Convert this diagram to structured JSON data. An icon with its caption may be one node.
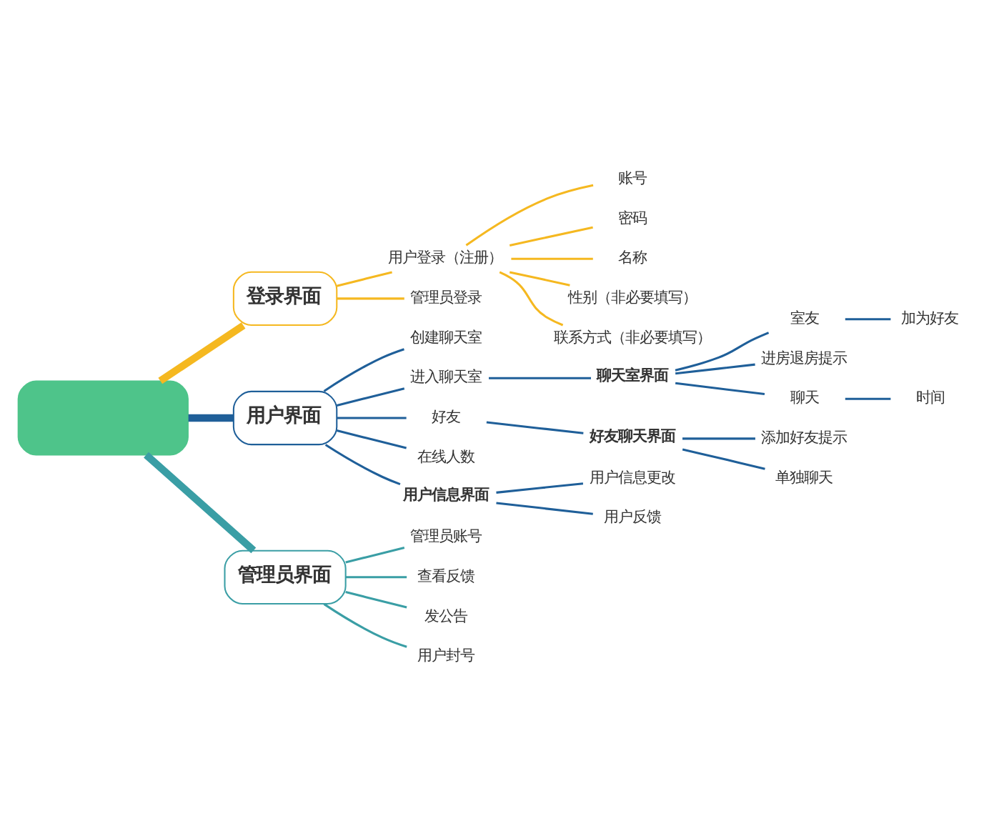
{
  "diagram": {
    "nodes": [
      {
        "text": [],
        "shape": "box"
      },
      {
        "text": [
          "登录界面"
        ]
      },
      {
        "text": [
          "用户登录（注册）"
        ]
      },
      {
        "text": [
          "账号"
        ]
      },
      {
        "text": [
          "密码"
        ]
      },
      {
        "text": [
          "名称"
        ]
      },
      {
        "text": [
          "性别（非必要填写）"
        ]
      },
      {
        "text": [
          "联系方式（非必要填写）"
        ]
      },
      {
        "text": [
          "管理员登录"
        ]
      },
      {
        "text": [
          "用户界面"
        ]
      },
      {
        "text": [
          "创建聊天室"
        ]
      },
      {
        "text": [
          "进入聊天室"
        ]
      },
      {
        "text": [
          "聊天室界面"
        ]
      },
      {
        "text": [
          "室友"
        ]
      },
      {
        "text": [
          "加为好友"
        ]
      },
      {
        "text": [
          "进房退房提示"
        ]
      },
      {
        "text": [
          "聊天"
        ]
      },
      {
        "text": [
          "时间"
        ]
      },
      {
        "text": [
          "好友"
        ]
      },
      {
        "text": [
          "好友聊天界面"
        ]
      },
      {
        "text": [
          "添加好友提示"
        ]
      },
      {
        "text": [
          "单独聊天"
        ]
      },
      {
        "text": [
          "在线人数"
        ]
      },
      {
        "text": [
          "用户信息界面"
        ]
      },
      {
        "text": [
          "用户信息更改"
        ]
      },
      {
        "text": [
          "用户反馈"
        ]
      },
      {
        "text": [
          "管理员界面"
        ]
      },
      {
        "text": [
          "管理员账号"
        ]
      },
      {
        "text": [
          "查看反馈"
        ]
      },
      {
        "text": [
          "发公告"
        ]
      },
      {
        "text": [
          "用户封号"
        ]
      }
    ],
    "edges": [
      {
        "from": 0,
        "to": 1,
        "arrow": "none",
        "style": "thick",
        "color": "#f5b820"
      },
      {
        "from": 1,
        "to": 2,
        "arrow": "none",
        "color": "#f5b820"
      },
      {
        "from": 2,
        "to": 3,
        "arrow": "none",
        "color": "#f5b820"
      },
      {
        "from": 2,
        "to": 4,
        "arrow": "none",
        "color": "#f5b820"
      },
      {
        "from": 2,
        "to": 5,
        "arrow": "none",
        "color": "#f5b820"
      },
      {
        "from": 2,
        "to": 6,
        "arrow": "none",
        "color": "#f5b820"
      },
      {
        "from": 2,
        "to": 7,
        "arrow": "none",
        "color": "#f5b820"
      },
      {
        "from": 1,
        "to": 8,
        "arrow": "none",
        "color": "#f5b820"
      },
      {
        "from": 0,
        "to": 9,
        "arrow": "none",
        "style": "thick"
      },
      {
        "from": 9,
        "to": 10,
        "arrow": "none"
      },
      {
        "from": 9,
        "to": 11,
        "arrow": "none"
      },
      {
        "from": 11,
        "to": 12,
        "arrow": "none"
      },
      {
        "from": 12,
        "to": 13,
        "arrow": "none"
      },
      {
        "from": 13,
        "to": 14,
        "arrow": "none"
      },
      {
        "from": 12,
        "to": 15,
        "arrow": "none"
      },
      {
        "from": 12,
        "to": 16,
        "arrow": "none"
      },
      {
        "from": 16,
        "to": 17,
        "arrow": "none"
      },
      {
        "from": 9,
        "to": 18,
        "arrow": "none"
      },
      {
        "from": 18,
        "to": 19,
        "arrow": "none"
      },
      {
        "from": 19,
        "to": 20,
        "arrow": "none"
      },
      {
        "from": 19,
        "to": 21,
        "arrow": "none"
      },
      {
        "from": 9,
        "to": 22,
        "arrow": "none"
      },
      {
        "from": 9,
        "to": 23,
        "arrow": "none"
      },
      {
        "from": 23,
        "to": 24,
        "arrow": "none"
      },
      {
        "from": 23,
        "to": 25,
        "arrow": "none"
      },
      {
        "from": 0,
        "to": 26,
        "arrow": "none",
        "style": "thick",
        "color": "#3a9ea5"
      },
      {
        "from": 26,
        "to": 27,
        "arrow": "none",
        "color": "#3a9ea5"
      },
      {
        "from": 26,
        "to": 28,
        "arrow": "none",
        "color": "#3a9ea5"
      },
      {
        "from": 26,
        "to": 29,
        "arrow": "none",
        "color": "#3a9ea5"
      },
      {
        "from": 26,
        "to": 30,
        "arrow": "none",
        "color": "#3a9ea5"
      }
    ]
  }
}
